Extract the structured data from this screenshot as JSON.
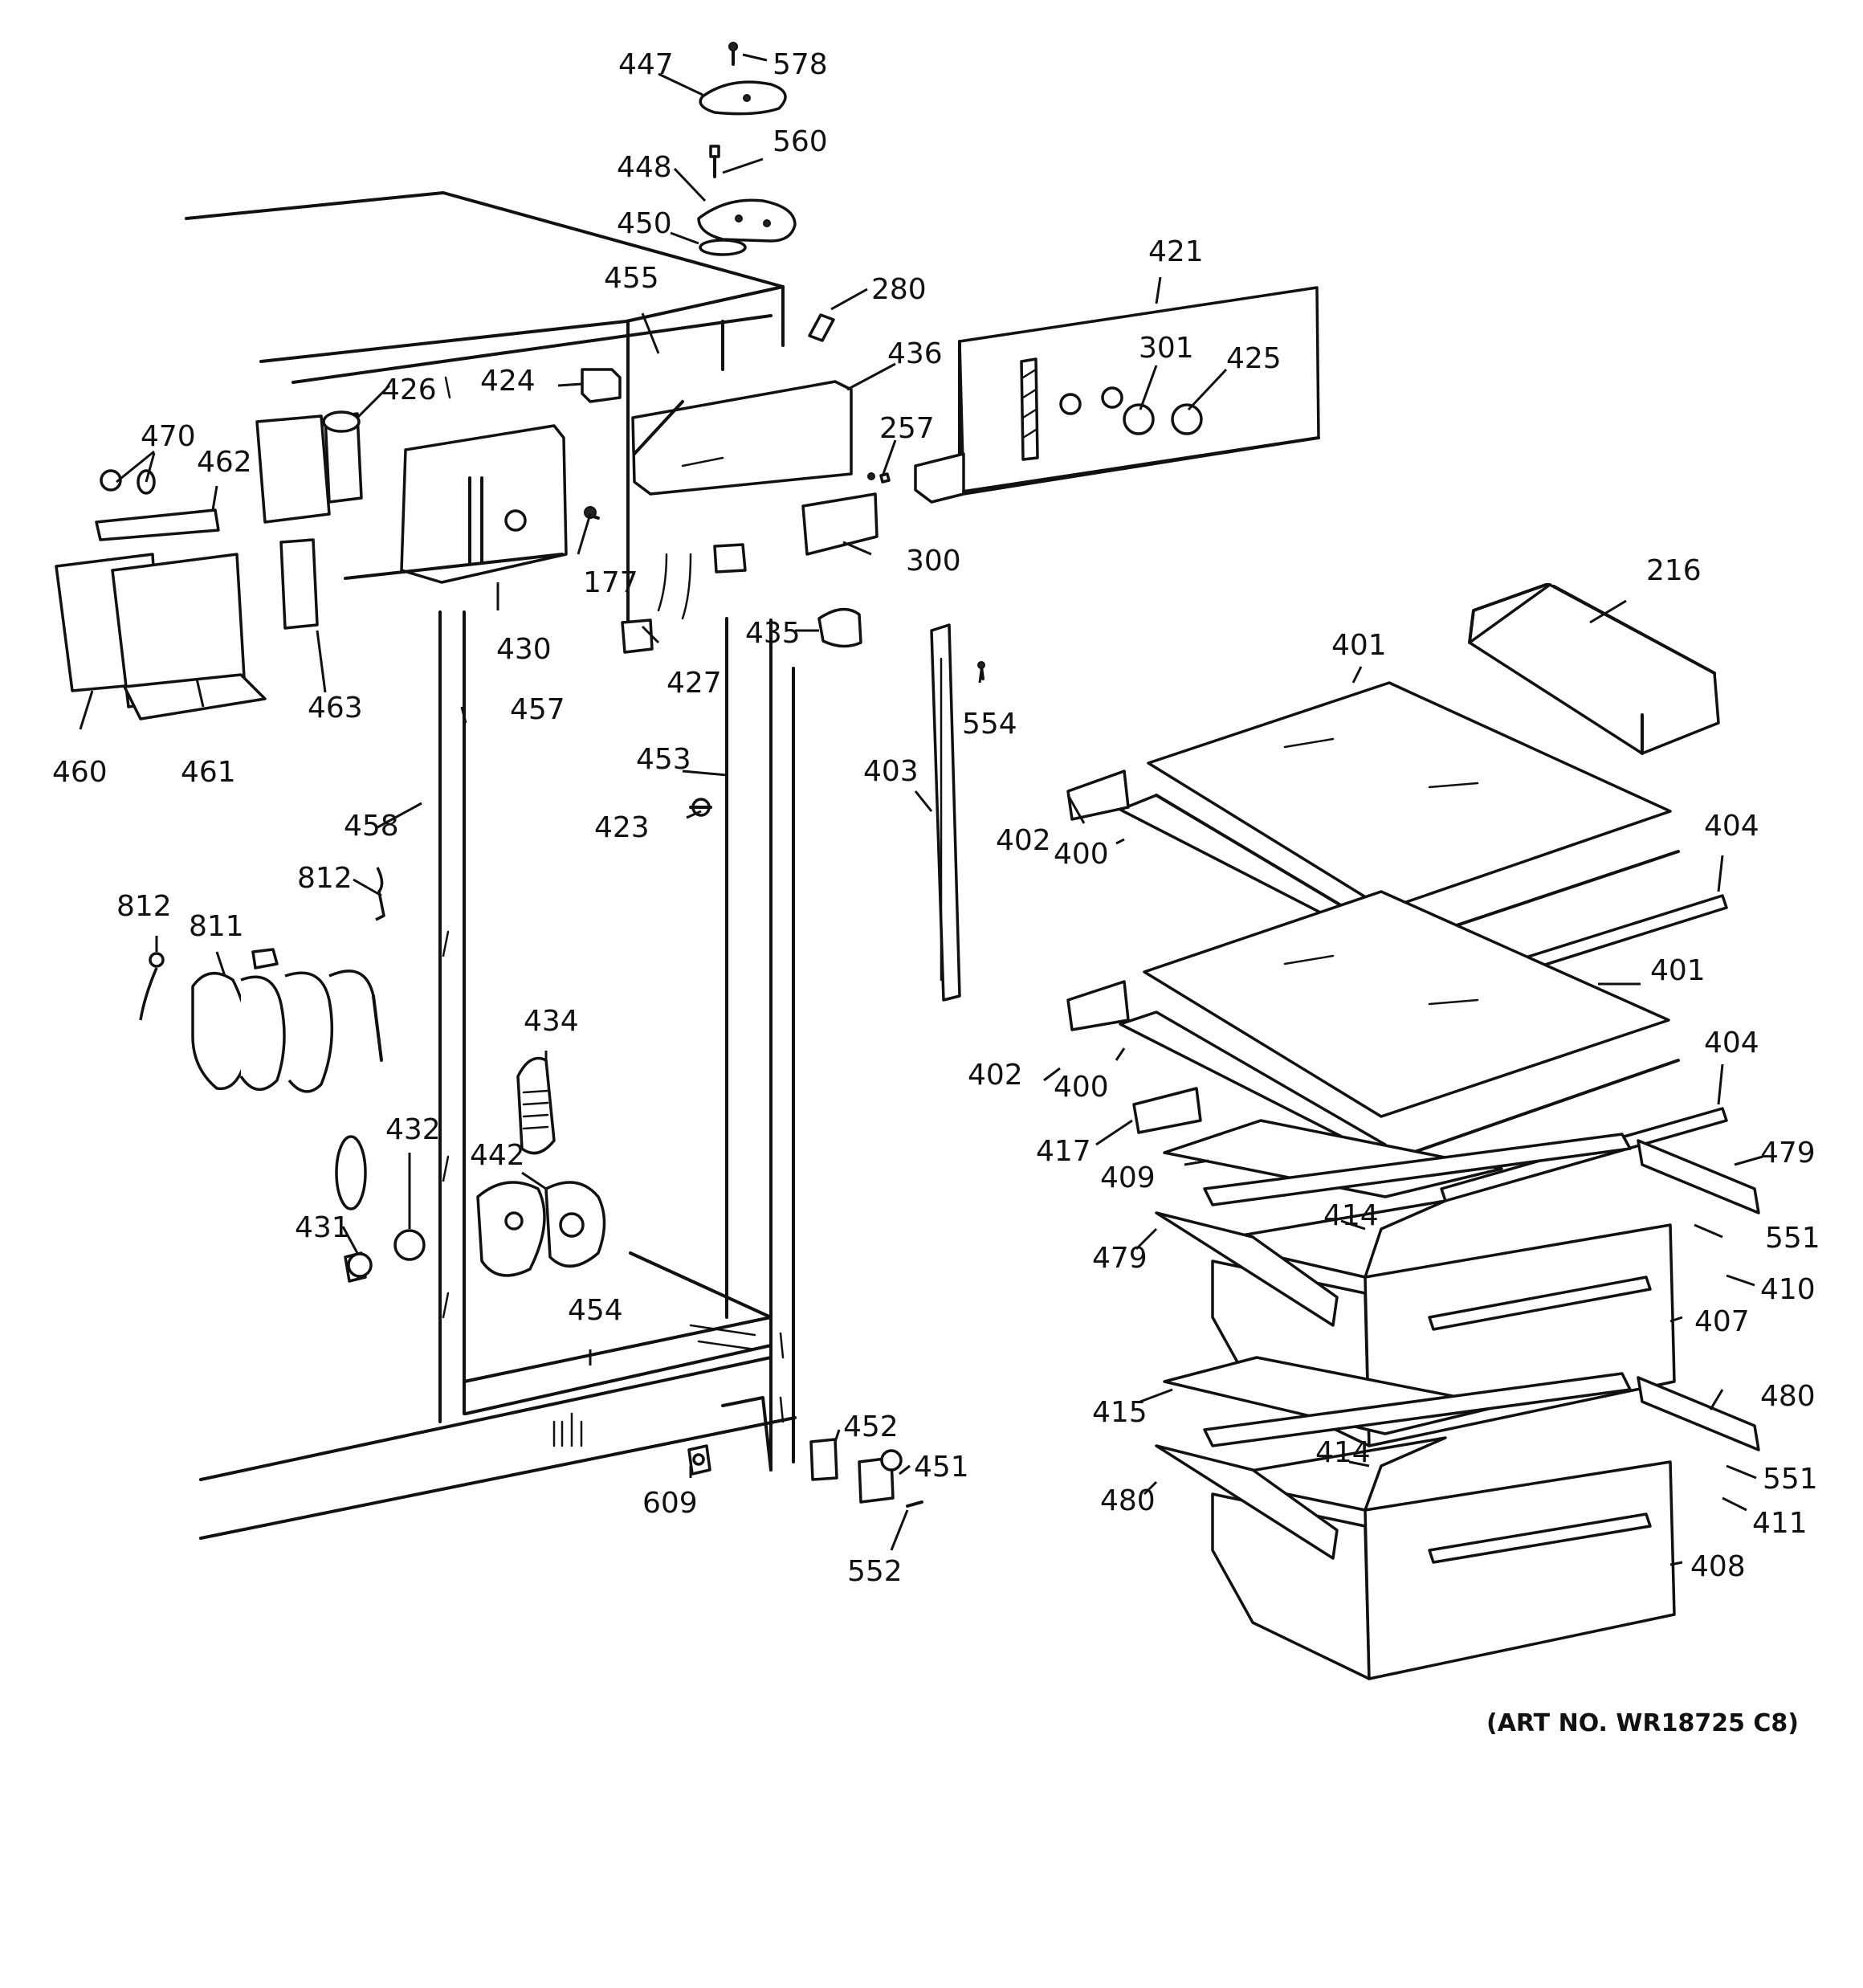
{
  "colors": {
    "ink": "#111111",
    "paper": "#ffffff"
  },
  "art_number": "(ART NO. WR18725 C8)",
  "callouts": [
    {
      "id": "447",
      "text": "447"
    },
    {
      "id": "578",
      "text": "578"
    },
    {
      "id": "560",
      "text": "560"
    },
    {
      "id": "448",
      "text": "448"
    },
    {
      "id": "450",
      "text": "450"
    },
    {
      "id": "455",
      "text": "455"
    },
    {
      "id": "280",
      "text": "280"
    },
    {
      "id": "421",
      "text": "421"
    },
    {
      "id": "426",
      "text": "426"
    },
    {
      "id": "424",
      "text": "424"
    },
    {
      "id": "436",
      "text": "436"
    },
    {
      "id": "301",
      "text": "301"
    },
    {
      "id": "425",
      "text": "425"
    },
    {
      "id": "470",
      "text": "470"
    },
    {
      "id": "462",
      "text": "462"
    },
    {
      "id": "257",
      "text": "257"
    },
    {
      "id": "177",
      "text": "177"
    },
    {
      "id": "300",
      "text": "300"
    },
    {
      "id": "216",
      "text": "216"
    },
    {
      "id": "430",
      "text": "430"
    },
    {
      "id": "435",
      "text": "435"
    },
    {
      "id": "401a",
      "text": "401"
    },
    {
      "id": "427",
      "text": "427"
    },
    {
      "id": "463",
      "text": "463"
    },
    {
      "id": "457",
      "text": "457"
    },
    {
      "id": "554",
      "text": "554"
    },
    {
      "id": "460",
      "text": "460"
    },
    {
      "id": "461",
      "text": "461"
    },
    {
      "id": "453",
      "text": "453"
    },
    {
      "id": "403",
      "text": "403"
    },
    {
      "id": "423",
      "text": "423"
    },
    {
      "id": "458",
      "text": "458"
    },
    {
      "id": "402a",
      "text": "402"
    },
    {
      "id": "400a",
      "text": "400"
    },
    {
      "id": "404a",
      "text": "404"
    },
    {
      "id": "812a",
      "text": "812"
    },
    {
      "id": "812b",
      "text": "812"
    },
    {
      "id": "811",
      "text": "811"
    },
    {
      "id": "401b",
      "text": "401"
    },
    {
      "id": "434",
      "text": "434"
    },
    {
      "id": "404b",
      "text": "404"
    },
    {
      "id": "402b",
      "text": "402"
    },
    {
      "id": "400b",
      "text": "400"
    },
    {
      "id": "432",
      "text": "432"
    },
    {
      "id": "442",
      "text": "442"
    },
    {
      "id": "417",
      "text": "417"
    },
    {
      "id": "479a",
      "text": "479"
    },
    {
      "id": "409",
      "text": "409"
    },
    {
      "id": "414a",
      "text": "414"
    },
    {
      "id": "431",
      "text": "431"
    },
    {
      "id": "551a",
      "text": "551"
    },
    {
      "id": "479b",
      "text": "479"
    },
    {
      "id": "410",
      "text": "410"
    },
    {
      "id": "454",
      "text": "454"
    },
    {
      "id": "407",
      "text": "407"
    },
    {
      "id": "415",
      "text": "415"
    },
    {
      "id": "480a",
      "text": "480"
    },
    {
      "id": "452",
      "text": "452"
    },
    {
      "id": "414b",
      "text": "414"
    },
    {
      "id": "451",
      "text": "451"
    },
    {
      "id": "551b",
      "text": "551"
    },
    {
      "id": "609",
      "text": "609"
    },
    {
      "id": "480b",
      "text": "480"
    },
    {
      "id": "411",
      "text": "411"
    },
    {
      "id": "408",
      "text": "408"
    },
    {
      "id": "552",
      "text": "552"
    }
  ]
}
